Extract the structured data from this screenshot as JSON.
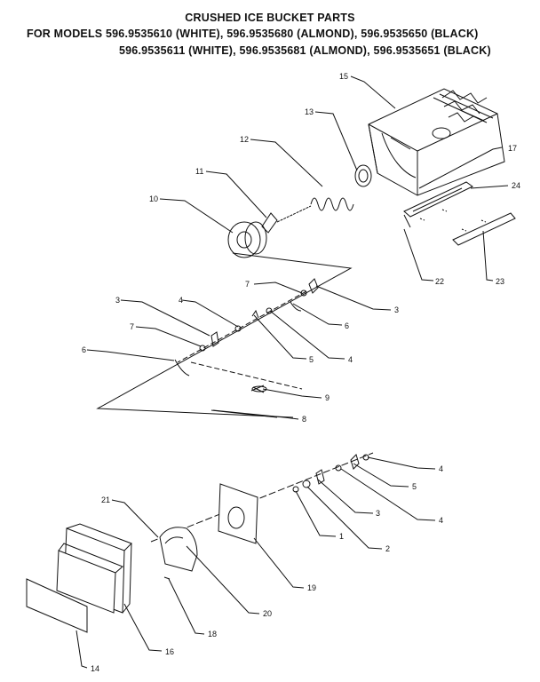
{
  "header": {
    "title": "CRUSHED ICE BUCKET PARTS",
    "models_line1": "FOR MODELS 596.9535610 (WHITE), 596.9535680 (ALMOND), 596.9535650 (BLACK)",
    "models_line2": "596.9535611 (WHITE), 596.9535681 (ALMOND), 596.9535651 (BLACK)"
  },
  "callouts": {
    "c15": "15",
    "c13": "13",
    "c12": "12",
    "c17": "17",
    "c11": "11",
    "c24": "24",
    "c10": "10",
    "c22": "22",
    "c23": "23",
    "c7a": "7",
    "c3a": "3",
    "c3b": "3",
    "c4a": "4",
    "c6a": "6",
    "c7b": "7",
    "c5a": "5",
    "c4b": "4",
    "c6b": "6",
    "c9": "9",
    "c8": "8",
    "c4c": "4",
    "c21": "21",
    "c5b": "5",
    "c3c": "3",
    "c4d": "4",
    "c1": "1",
    "c2": "2",
    "c19": "19",
    "c20": "20",
    "c18": "18",
    "c16": "16",
    "c14": "14"
  }
}
